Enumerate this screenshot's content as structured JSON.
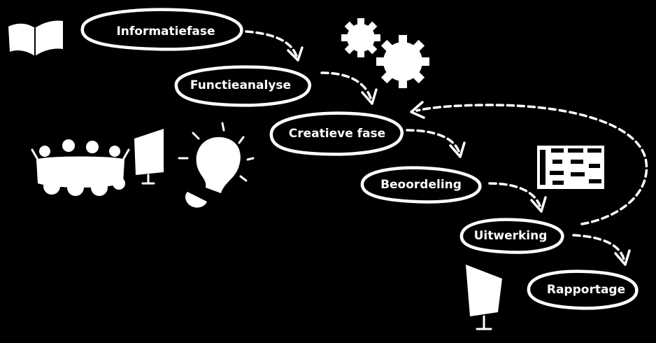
{
  "colors": {
    "background": "#000000",
    "foreground": "#ffffff"
  },
  "phases": [
    {
      "label": "Informatiefase"
    },
    {
      "label": "Functieanalyse"
    },
    {
      "label": "Creatieve fase"
    },
    {
      "label": "Beoordeling"
    },
    {
      "label": "Uitwerking"
    },
    {
      "label": "Rapportage"
    }
  ],
  "icons": [
    "book-icon",
    "gears-icon",
    "group-icon",
    "flipchart-icon",
    "lightbulb-icon",
    "planning-board-icon",
    "flipchart-icon"
  ]
}
